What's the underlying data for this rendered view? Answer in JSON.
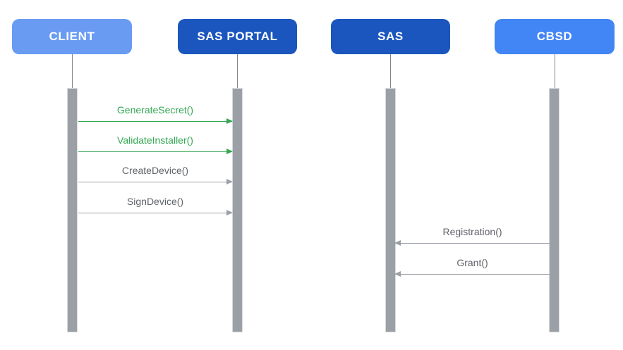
{
  "diagram": {
    "type": "sequence-diagram",
    "background": "#ffffff",
    "actors": [
      {
        "id": "client",
        "label": "CLIENT",
        "color": "#699BF2"
      },
      {
        "id": "sas-portal",
        "label": "SAS PORTAL",
        "color": "#1A56BE"
      },
      {
        "id": "sas",
        "label": "SAS",
        "color": "#1A56BE"
      },
      {
        "id": "cbsd",
        "label": "CBSD",
        "color": "#4285F4"
      }
    ],
    "lifeline": {
      "bar_color": "#9AA0A6",
      "stem_color": "#80868B"
    },
    "messages": [
      {
        "label": "GenerateSecret()",
        "from": "CLIENT",
        "to": "SAS PORTAL",
        "direction": "right",
        "label_color": "#34A853",
        "arrow_color": "#34A853"
      },
      {
        "label": "ValidateInstaller()",
        "from": "CLIENT",
        "to": "SAS PORTAL",
        "direction": "right",
        "label_color": "#34A853",
        "arrow_color": "#34A853"
      },
      {
        "label": "CreateDevice()",
        "from": "CLIENT",
        "to": "SAS PORTAL",
        "direction": "right",
        "label_color": "#5F6368",
        "arrow_color": "#9AA0A6"
      },
      {
        "label": "SignDevice()",
        "from": "CLIENT",
        "to": "SAS PORTAL",
        "direction": "right",
        "label_color": "#5F6368",
        "arrow_color": "#9AA0A6"
      },
      {
        "label": "Registration()",
        "from": "CBSD",
        "to": "SAS",
        "direction": "left",
        "label_color": "#5F6368",
        "arrow_color": "#9AA0A6"
      },
      {
        "label": "Grant()",
        "from": "CBSD",
        "to": "SAS",
        "direction": "left",
        "label_color": "#5F6368",
        "arrow_color": "#9AA0A6"
      }
    ]
  }
}
